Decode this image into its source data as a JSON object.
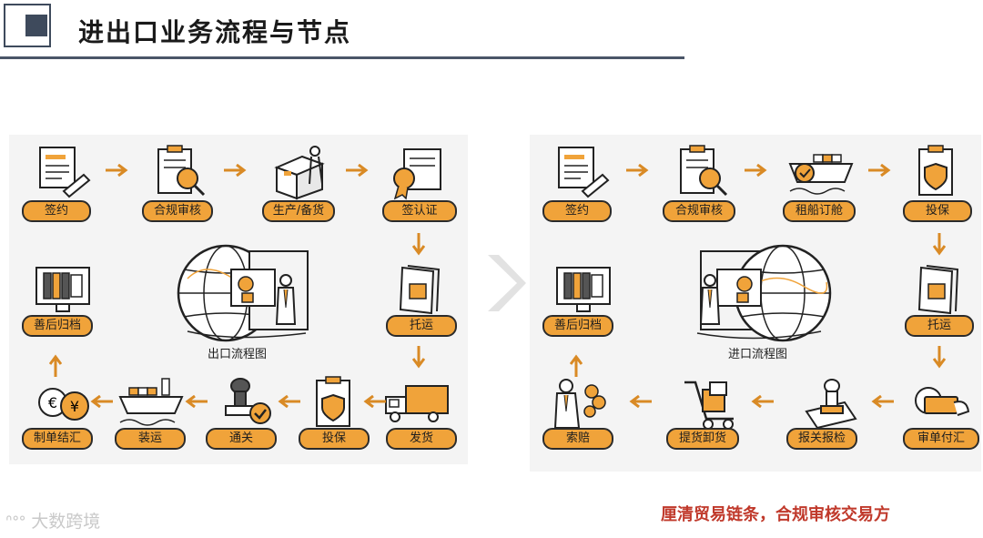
{
  "header": {
    "title": "进出口业务流程与节点"
  },
  "export_flow": {
    "center_caption": "出口流程图",
    "steps": {
      "sign": "签约",
      "review": "合规审核",
      "production": "生产/备货",
      "certification": "签认证",
      "consign": "托运",
      "deliver": "发货",
      "insure": "投保",
      "customs": "通关",
      "ship": "装运",
      "verify": "制单结汇",
      "archive": "善后归档"
    }
  },
  "import_flow": {
    "center_caption": "进口流程图",
    "steps": {
      "sign": "签约",
      "review": "合规审核",
      "charter": "租船订舱",
      "insure": "投保",
      "consign": "托运",
      "payment": "审单付汇",
      "declare": "报关报检",
      "pickup": "提货卸货",
      "claim": "索赔",
      "archive": "善后归档"
    }
  },
  "watermark": "大数跨境",
  "slogan": "厘清贸易链条，合规审核交易方",
  "colors": {
    "accent": "#f0a33a",
    "header": "#3e4a5c",
    "slogan": "#c0392b"
  }
}
